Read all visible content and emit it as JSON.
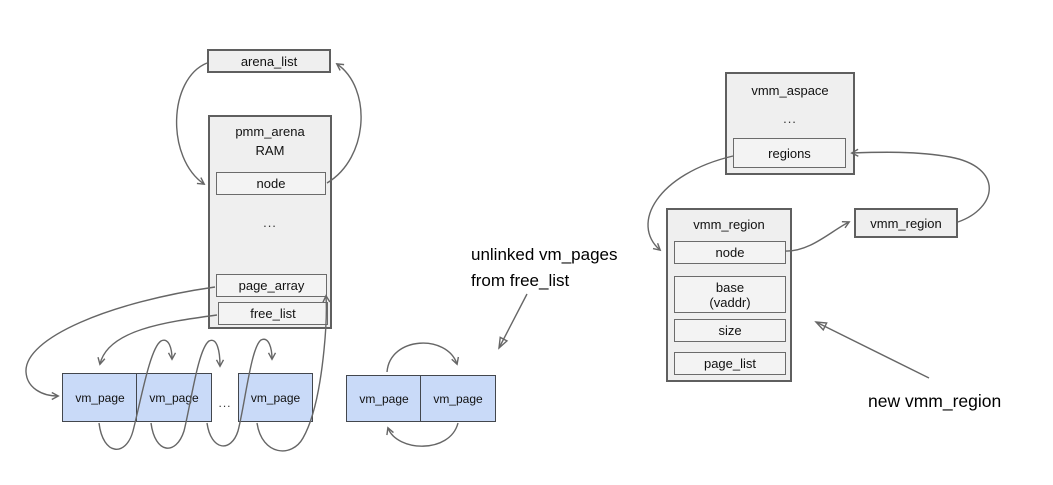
{
  "colors": {
    "background": "#ffffff",
    "box_fill": "#efefef",
    "box_border": "#5f5f5f",
    "field_fill": "#f3f3f3",
    "page_fill": "#c9daf8",
    "page_border": "#43474d",
    "arrow": "#666666",
    "text": "#111111"
  },
  "pmm": {
    "arena_list": "arena_list",
    "arena_title": "pmm_arena",
    "arena_subtitle": "RAM",
    "arena_ellipsis": "...",
    "node": "node",
    "page_array": "page_array",
    "free_list": "free_list",
    "pages": [
      "vm_page",
      "vm_page",
      "vm_page"
    ],
    "pages_gap_ellipsis": "..."
  },
  "unlinked": {
    "pages": [
      "vm_page",
      "vm_page"
    ],
    "caption_line1": "unlinked vm_pages",
    "caption_line2": "from free_list"
  },
  "vmm": {
    "aspace_title": "vmm_aspace",
    "aspace_ellipsis": "...",
    "regions": "regions",
    "region_title": "vmm_region",
    "region_node": "node",
    "region_base": "base\n(vaddr)",
    "region_size": "size",
    "region_page_list": "page_list",
    "region2": "vmm_region",
    "caption_new_region": "new vmm_region"
  }
}
